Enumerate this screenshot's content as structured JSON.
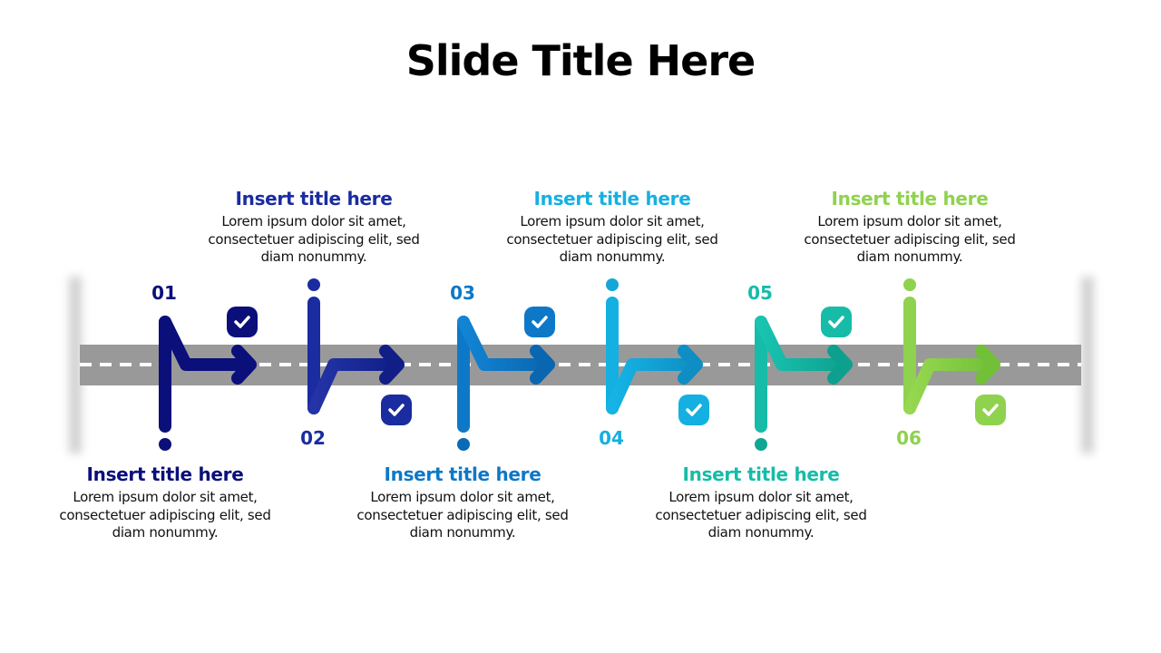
{
  "slide": {
    "title": "Slide Title Here"
  },
  "colors": {
    "road": "#999999",
    "road_line": "#ffffff",
    "step1": "#0a0f7a",
    "step2": "#1a2ca0",
    "step3": "#0e78c8",
    "step4": "#14b0e2",
    "step5": "#16bca8",
    "step6": "#8fd24e"
  },
  "steps": [
    {
      "number": "01",
      "title": "Insert title here",
      "body": "Lorem ipsum dolor sit amet, consectetuer adipiscing elit, sed diam nonummy.",
      "position": "bottom",
      "icon": "check-icon"
    },
    {
      "number": "02",
      "title": "Insert title here",
      "body": "Lorem ipsum dolor sit amet, consectetuer adipiscing elit, sed diam nonummy.",
      "position": "top",
      "icon": "check-icon"
    },
    {
      "number": "03",
      "title": "Insert title here",
      "body": "Lorem ipsum dolor sit amet, consectetuer adipiscing elit, sed diam nonummy.",
      "position": "bottom",
      "icon": "check-icon"
    },
    {
      "number": "04",
      "title": "Insert title here",
      "body": "Lorem ipsum dolor sit amet, consectetuer adipiscing elit, sed diam nonummy.",
      "position": "top",
      "icon": "check-icon"
    },
    {
      "number": "05",
      "title": "Insert title here",
      "body": "Lorem ipsum dolor sit amet, consectetuer adipiscing elit, sed diam nonummy.",
      "position": "bottom",
      "icon": "check-icon"
    },
    {
      "number": "06",
      "title": "Insert title here",
      "body": "Lorem ipsum dolor sit amet, consectetuer adipiscing elit, sed diam nonummy.",
      "position": "top",
      "icon": "check-icon"
    }
  ]
}
